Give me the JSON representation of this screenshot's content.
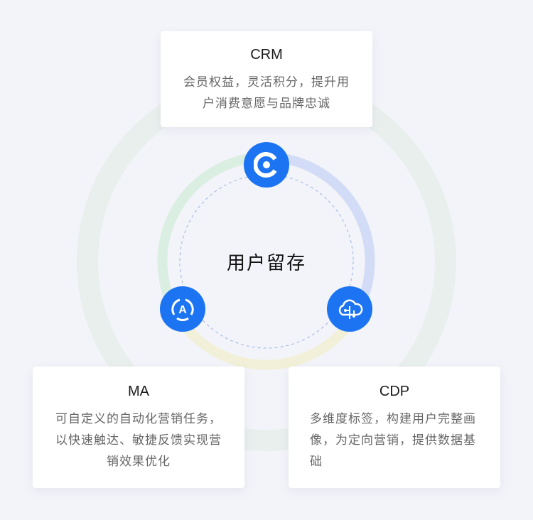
{
  "center_label": "用户留存",
  "cards": {
    "crm": {
      "title": "CRM",
      "desc": "会员权益，灵活积分，提升用户消费意愿与品牌忠诚"
    },
    "ma": {
      "title": "MA",
      "desc": "可自定义的自动化营销任务，以快速触达、敏捷反馈实现营销效果优化"
    },
    "cdp": {
      "title": "CDP",
      "desc": "多维度标签，构建用户完整画像，为定向营销，提供数据基础"
    }
  },
  "colors": {
    "accent": "#1c74f2"
  }
}
